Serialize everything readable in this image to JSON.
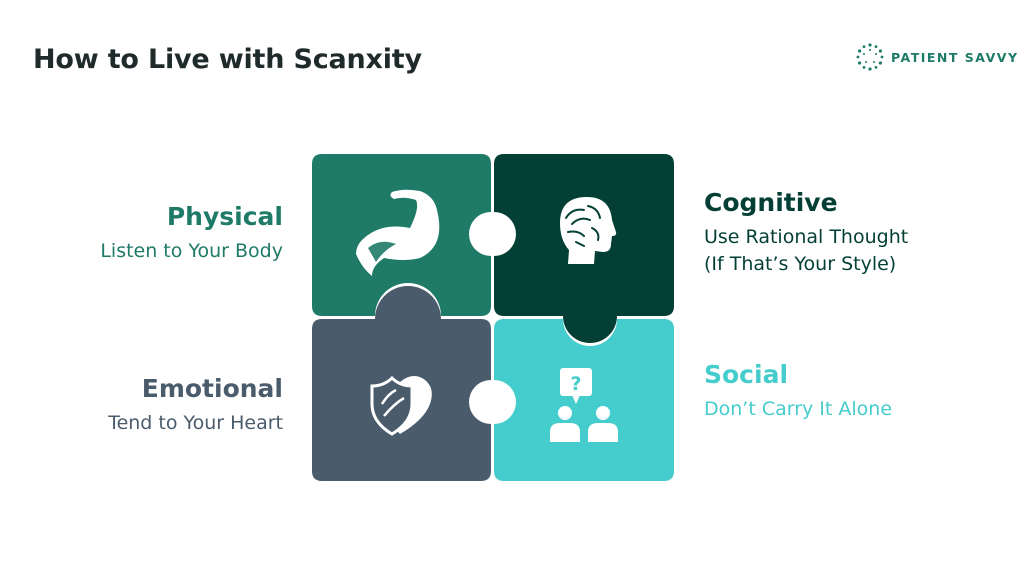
{
  "header": {
    "title": "How to Live with Scanxity",
    "logo_text": "PATIENT SAVVY"
  },
  "colors": {
    "physical": "#1f7a68",
    "cognitive": "#033f34",
    "emotional": "#4a5b6c",
    "social": "#45cccc"
  },
  "quadrants": {
    "physical": {
      "heading": "Physical",
      "subtitle": [
        "Listen to Your Body"
      ],
      "icon": "flexed-arm-icon"
    },
    "cognitive": {
      "heading": "Cognitive",
      "subtitle": [
        "Use Rational Thought",
        "(If That’s Your Style)"
      ],
      "icon": "brain-head-icon"
    },
    "emotional": {
      "heading": "Emotional",
      "subtitle": [
        "Tend to Your Heart"
      ],
      "icon": "shield-heart-icon"
    },
    "social": {
      "heading": "Social",
      "subtitle": [
        "Don’t Carry It Alone"
      ],
      "icon": "people-question-icon"
    }
  }
}
